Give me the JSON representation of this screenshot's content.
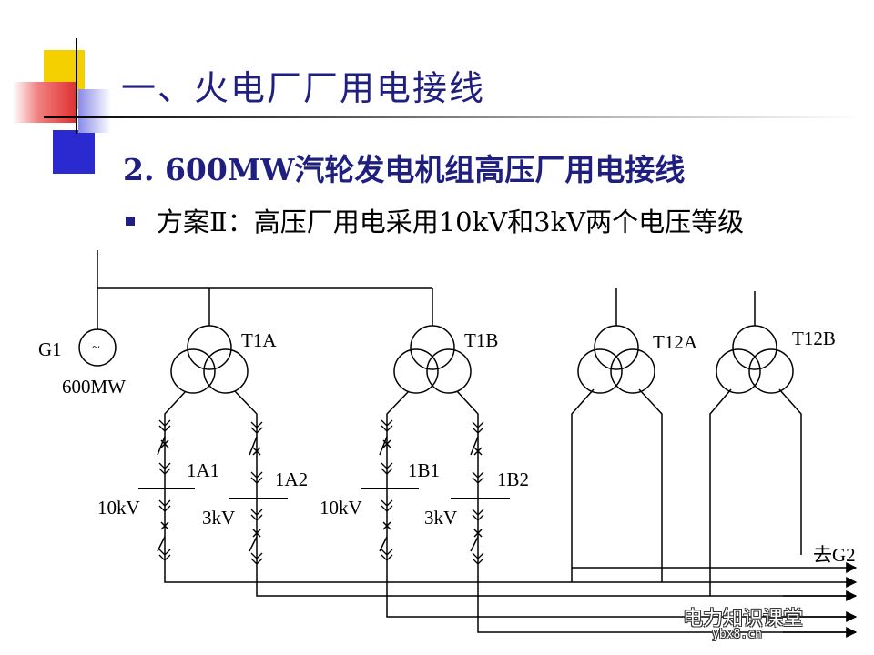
{
  "slide": {
    "title": "一、火电厂厂用电接线",
    "subtitle": "2. 600MW汽轮发电机组高压厂用电接线",
    "bullet": "方案Ⅱ：高压厂用电采用10kV和3kV两个电压等级"
  },
  "diagram": {
    "generator_label": "G1",
    "generator_symbol": "~",
    "generator_rating": "600MW",
    "transformers": [
      "T1A",
      "T1B",
      "T12A",
      "T12B"
    ],
    "bus_labels": [
      "1A1",
      "1A2",
      "1B1",
      "1B2"
    ],
    "voltage_labels": [
      "10kV",
      "3kV",
      "10kV",
      "3kV"
    ],
    "to_label": "去G2"
  },
  "watermark": {
    "text": "电力知识课堂",
    "url": "ybx8.cn"
  },
  "colors": {
    "title": "#1f1f80",
    "deco_yellow": "#f5d000",
    "deco_red": "#e03030",
    "deco_blue": "#2a2ad0"
  }
}
